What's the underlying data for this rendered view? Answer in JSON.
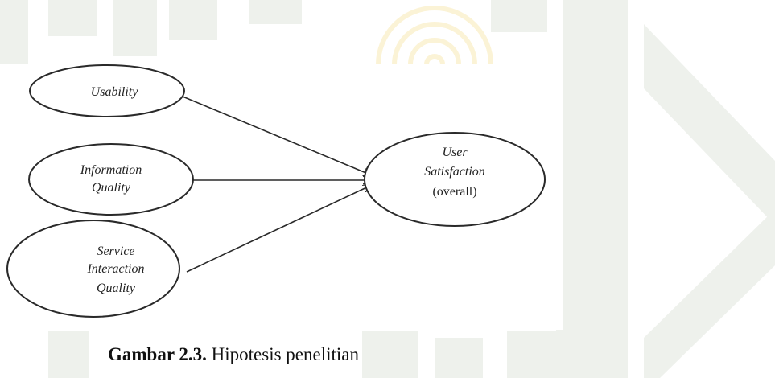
{
  "diagram": {
    "nodes": [
      {
        "id": "usability",
        "lines": [
          "Usability"
        ]
      },
      {
        "id": "information-quality",
        "lines": [
          "Information",
          "Quality"
        ]
      },
      {
        "id": "service-interaction-quality",
        "lines": [
          "Service",
          "Interaction",
          "Quality"
        ]
      },
      {
        "id": "user-satisfaction",
        "lines": [
          "User",
          "Satisfaction"
        ],
        "extra_line": "(overall)"
      }
    ],
    "edges": [
      {
        "from": "usability",
        "to": "user-satisfaction"
      },
      {
        "from": "information-quality",
        "to": "user-satisfaction"
      },
      {
        "from": "service-interaction-quality",
        "to": "user-satisfaction"
      }
    ]
  },
  "caption": {
    "label": "Gambar 2.3.",
    "text": " Hipotesis penelitian"
  },
  "colors": {
    "watermark": "#eef1ec",
    "watermark_gold": "#fbf3d6",
    "stroke": "#2a2a2a"
  }
}
